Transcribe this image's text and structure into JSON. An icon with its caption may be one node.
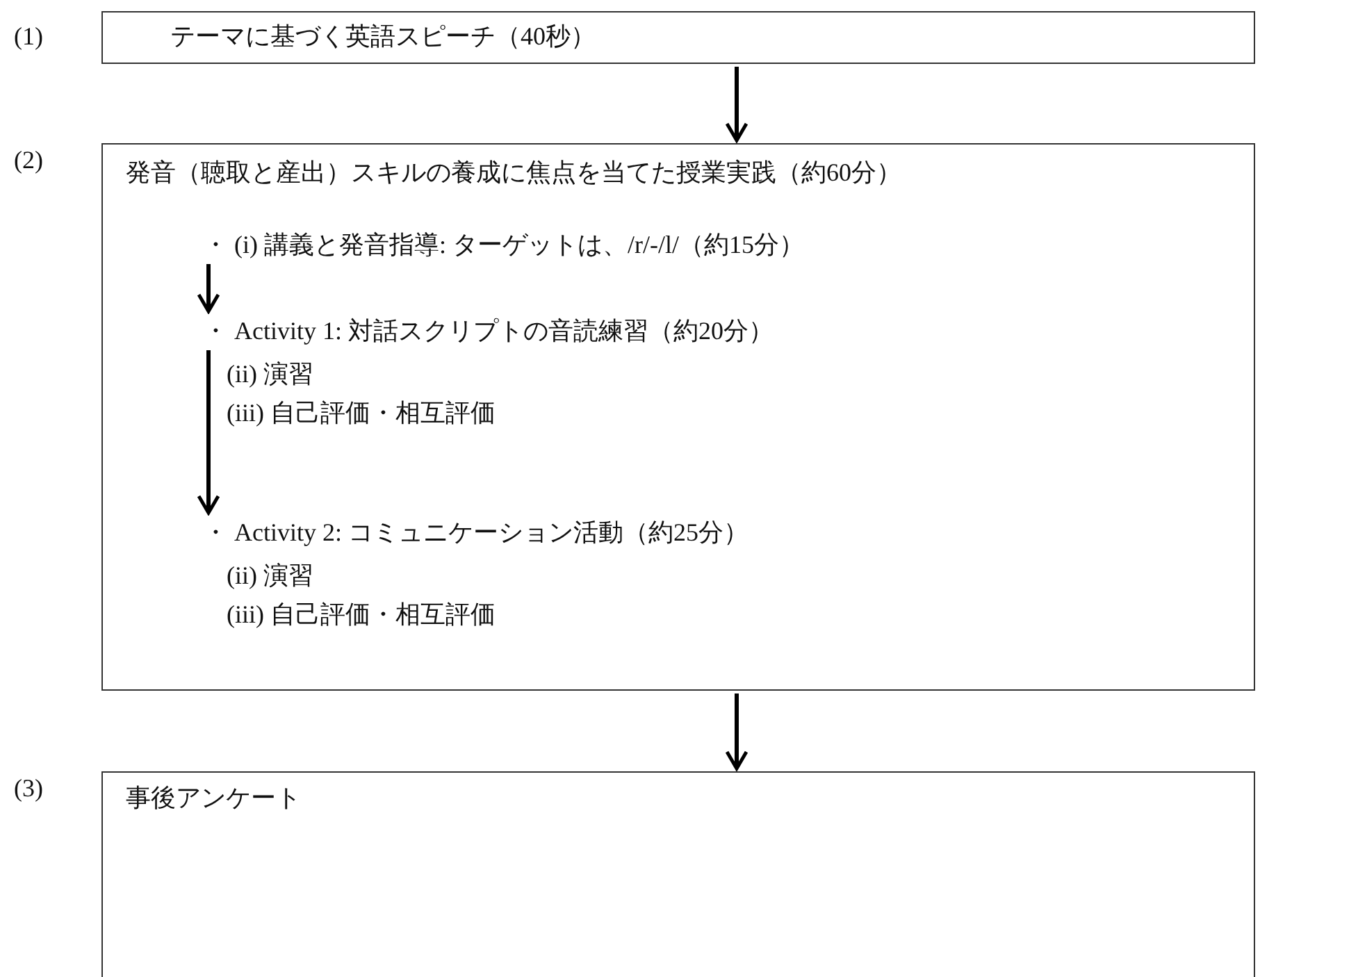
{
  "diagram": {
    "nodes": [
      {
        "text": [
          "テーマに基づく英語スピーチ（40秒）"
        ],
        "beside": [
          "(1)"
        ]
      },
      {
        "text": [
          "発音（聴取と産出）スキルの養成に焦点を当てた授業実践（約60分）"
        ],
        "beside": [
          "(2)"
        ]
      },
      {
        "text": [
          "・ (i) 講義と発音指導: ターゲットは、/r/-/l/（約15分）"
        ],
        "in": 1
      },
      {
        "text": [
          "・ Activity 1: 対話スクリプトの音読練習（約20分）"
        ],
        "in": 1
      },
      {
        "text": [
          "・ Activity 2: コミュニケーション活動（約25分）"
        ],
        "in": 1
      },
      {
        "text": [
          "事後アンケート"
        ],
        "beside": [
          "(3)"
        ]
      }
    ],
    "edges": [
      {
        "from": 0,
        "to": 1,
        "arrow": "to"
      },
      {
        "from": 2,
        "to": 3,
        "arrow": "to"
      },
      {
        "from": 3,
        "to": 4,
        "arrow": "to"
      },
      {
        "from": 1,
        "to": 5,
        "arrow": "to"
      }
    ],
    "labels": [
      "(ii) 演習",
      "(iii) 自己評価・相互評価",
      "(ii) 演習",
      "(iii) 自己評価・相互評価"
    ]
  }
}
